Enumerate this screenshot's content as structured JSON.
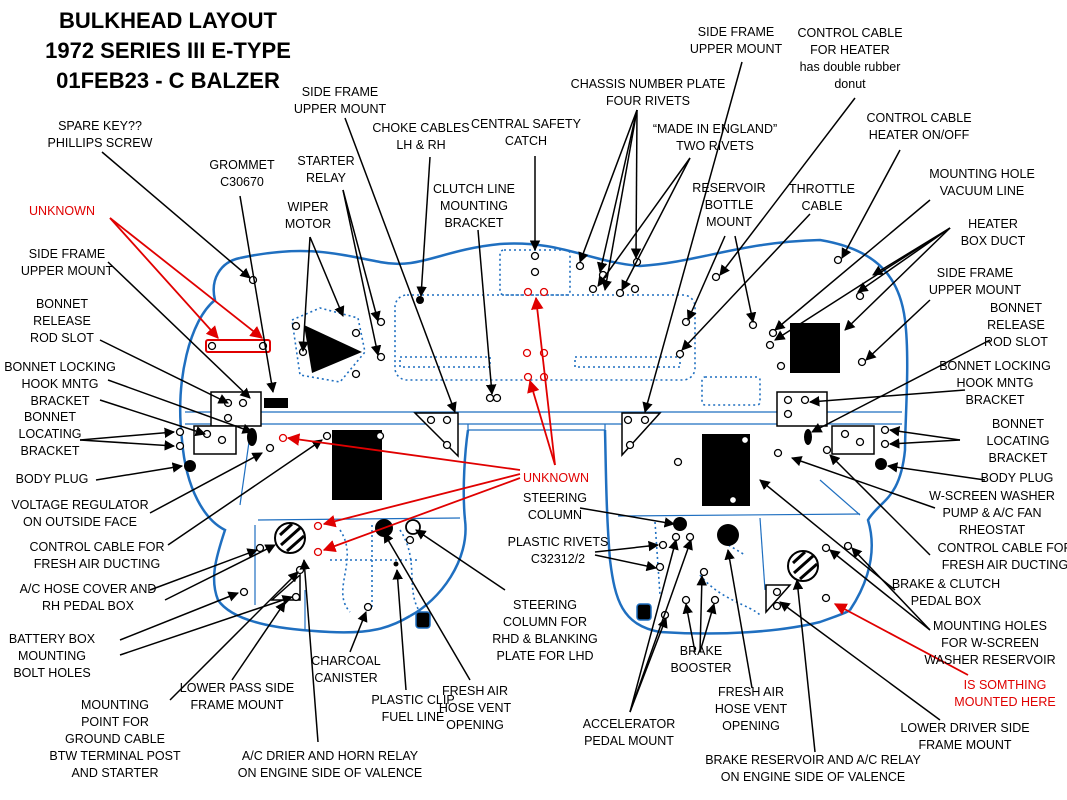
{
  "title": {
    "lines": [
      "BULKHEAD LAYOUT",
      "1972 SERIES III E-TYPE",
      "01FEB23 - C BALZER"
    ]
  },
  "colors": {
    "outline": "#1f6fc0",
    "callout_black": "#000000",
    "callout_red": "#e00000"
  },
  "labels": [
    {
      "id": "spare-key",
      "lines": [
        "SPARE KEY??",
        "PHILLIPS SCREW"
      ],
      "color": "black"
    },
    {
      "id": "unknown-left",
      "lines": [
        "UNKNOWN"
      ],
      "color": "red"
    },
    {
      "id": "side-frame-upper-mount-left",
      "lines": [
        "SIDE FRAME",
        "UPPER MOUNT"
      ],
      "color": "black"
    },
    {
      "id": "grommet",
      "lines": [
        "GROMMET",
        "C30670"
      ],
      "color": "black"
    },
    {
      "id": "bonnet-release-left",
      "lines": [
        "BONNET",
        "RELEASE",
        "ROD SLOT"
      ],
      "color": "black"
    },
    {
      "id": "bonnet-locking-left",
      "lines": [
        "BONNET LOCKING",
        "HOOK MNTG",
        "BRACKET"
      ],
      "color": "black"
    },
    {
      "id": "bonnet-locating-left",
      "lines": [
        "BONNET",
        "LOCATING",
        "BRACKET"
      ],
      "color": "black"
    },
    {
      "id": "body-plug-left",
      "lines": [
        "BODY PLUG"
      ],
      "color": "black"
    },
    {
      "id": "voltage-regulator",
      "lines": [
        "VOLTAGE REGULATOR",
        "ON OUTSIDE FACE"
      ],
      "color": "black"
    },
    {
      "id": "control-cable-fresh-left",
      "lines": [
        "CONTROL CABLE FOR",
        "FRESH AIR DUCTING"
      ],
      "color": "black"
    },
    {
      "id": "ac-hose-cover",
      "lines": [
        "A/C HOSE COVER AND",
        "RH PEDAL BOX"
      ],
      "color": "black"
    },
    {
      "id": "battery-box",
      "lines": [
        "BATTERY BOX",
        "MOUNTING",
        "BOLT HOLES"
      ],
      "color": "black"
    },
    {
      "id": "ground-cable",
      "lines": [
        "MOUNTING",
        "POINT FOR",
        "GROUND CABLE",
        "BTW TERMINAL POST",
        "AND STARTER"
      ],
      "color": "black"
    },
    {
      "id": "lower-pass-side",
      "lines": [
        "LOWER PASS SIDE",
        "FRAME  MOUNT"
      ],
      "color": "black"
    },
    {
      "id": "ac-drier",
      "lines": [
        "A/C DRIER AND HORN RELAY",
        "ON ENGINE SIDE OF VALENCE"
      ],
      "color": "black"
    },
    {
      "id": "charcoal-canister",
      "lines": [
        "CHARCOAL",
        "CANISTER"
      ],
      "color": "black"
    },
    {
      "id": "plastic-clip",
      "lines": [
        "PLASTIC CLIP",
        "FUEL LINE"
      ],
      "color": "black"
    },
    {
      "id": "fresh-air-left",
      "lines": [
        "FRESH AIR",
        "HOSE VENT",
        "OPENING"
      ],
      "color": "black"
    },
    {
      "id": "steering-rhd",
      "lines": [
        "STEERING",
        "COLUMN FOR",
        "RHD & BLANKING",
        "PLATE FOR LHD"
      ],
      "color": "black"
    },
    {
      "id": "wiper-motor",
      "lines": [
        "WIPER",
        "MOTOR"
      ],
      "color": "black"
    },
    {
      "id": "starter-relay",
      "lines": [
        "STARTER",
        "RELAY"
      ],
      "color": "black"
    },
    {
      "id": "side-frame-upper-mount-center",
      "lines": [
        "SIDE FRAME",
        "UPPER MOUNT"
      ],
      "color": "black"
    },
    {
      "id": "choke-cables",
      "lines": [
        "CHOKE CABLES",
        "LH & RH"
      ],
      "color": "black"
    },
    {
      "id": "central-safety-catch",
      "lines": [
        "CENTRAL SAFETY",
        "CATCH"
      ],
      "color": "black"
    },
    {
      "id": "clutch-line",
      "lines": [
        "CLUTCH LINE",
        "MOUNTING",
        "BRACKET"
      ],
      "color": "black"
    },
    {
      "id": "chassis-plate",
      "lines": [
        "CHASSIS NUMBER PLATE",
        "FOUR RIVETS"
      ],
      "color": "black"
    },
    {
      "id": "made-in-england",
      "lines": [
        "“MADE IN ENGLAND”",
        "TWO RIVETS"
      ],
      "color": "black"
    },
    {
      "id": "side-frame-upper-mount-top",
      "lines": [
        "SIDE FRAME",
        "UPPER MOUNT"
      ],
      "color": "black"
    },
    {
      "id": "control-cable-heater",
      "lines": [
        "CONTROL CABLE",
        "FOR HEATER",
        "has double rubber",
        "donut"
      ],
      "color": "black"
    },
    {
      "id": "reservoir-bottle",
      "lines": [
        "RESERVOIR",
        "BOTTLE",
        "MOUNT"
      ],
      "color": "black"
    },
    {
      "id": "throttle-cable",
      "lines": [
        "THROTTLE",
        "CABLE"
      ],
      "color": "black"
    },
    {
      "id": "control-cable-heater-onoff",
      "lines": [
        "CONTROL CABLE",
        "HEATER ON/OFF"
      ],
      "color": "black"
    },
    {
      "id": "mounting-hole-vacuum",
      "lines": [
        "MOUNTING HOLE",
        "VACUUM LINE"
      ],
      "color": "black"
    },
    {
      "id": "heater-box-duct",
      "lines": [
        "HEATER",
        "BOX DUCT"
      ],
      "color": "black"
    },
    {
      "id": "side-frame-upper-mount-right",
      "lines": [
        "SIDE FRAME",
        "UPPER MOUNT"
      ],
      "color": "black"
    },
    {
      "id": "bonnet-release-right",
      "lines": [
        "BONNET",
        "RELEASE",
        "ROD SLOT"
      ],
      "color": "black"
    },
    {
      "id": "bonnet-locking-right",
      "lines": [
        "BONNET LOCKING",
        "HOOK MNTG",
        "BRACKET"
      ],
      "color": "black"
    },
    {
      "id": "bonnet-locating-right",
      "lines": [
        "BONNET",
        "LOCATING",
        "BRACKET"
      ],
      "color": "black"
    },
    {
      "id": "body-plug-right",
      "lines": [
        "BODY PLUG"
      ],
      "color": "black"
    },
    {
      "id": "wscreen-washer",
      "lines": [
        "W-SCREEN WASHER",
        "PUMP & A/C FAN",
        "RHEOSTAT"
      ],
      "color": "black"
    },
    {
      "id": "control-cable-fresh-right",
      "lines": [
        "CONTROL CABLE FOR",
        "FRESH AIR DUCTING"
      ],
      "color": "black"
    },
    {
      "id": "brake-clutch",
      "lines": [
        "BRAKE & CLUTCH",
        "PEDAL BOX"
      ],
      "color": "black"
    },
    {
      "id": "mounting-holes-washer",
      "lines": [
        "MOUNTING HOLES",
        "FOR W-SCREEN",
        "WASHER RESERVOIR"
      ],
      "color": "black"
    },
    {
      "id": "something-mounted",
      "lines": [
        "IS SOMTHING",
        "MOUNTED HERE"
      ],
      "color": "red"
    },
    {
      "id": "lower-driver-side",
      "lines": [
        "LOWER DRIVER SIDE",
        "FRAME  MOUNT"
      ],
      "color": "black"
    },
    {
      "id": "brake-reservoir",
      "lines": [
        "BRAKE RESERVOIR AND A/C RELAY",
        "ON ENGINE SIDE OF VALENCE"
      ],
      "color": "black"
    },
    {
      "id": "fresh-air-right",
      "lines": [
        "FRESH AIR",
        "HOSE VENT",
        "OPENING"
      ],
      "color": "black"
    },
    {
      "id": "brake-booster",
      "lines": [
        "BRAKE",
        "BOOSTER"
      ],
      "color": "black"
    },
    {
      "id": "accelerator",
      "lines": [
        "ACCELERATOR",
        "PEDAL MOUNT"
      ],
      "color": "black"
    },
    {
      "id": "plastic-rivets",
      "lines": [
        "PLASTIC RIVETS",
        "C32312/2"
      ],
      "color": "black"
    },
    {
      "id": "unknown-center",
      "lines": [
        "UNKNOWN"
      ],
      "color": "red"
    },
    {
      "id": "steering-column",
      "lines": [
        "STEERING",
        "COLUMN"
      ],
      "color": "black"
    }
  ]
}
